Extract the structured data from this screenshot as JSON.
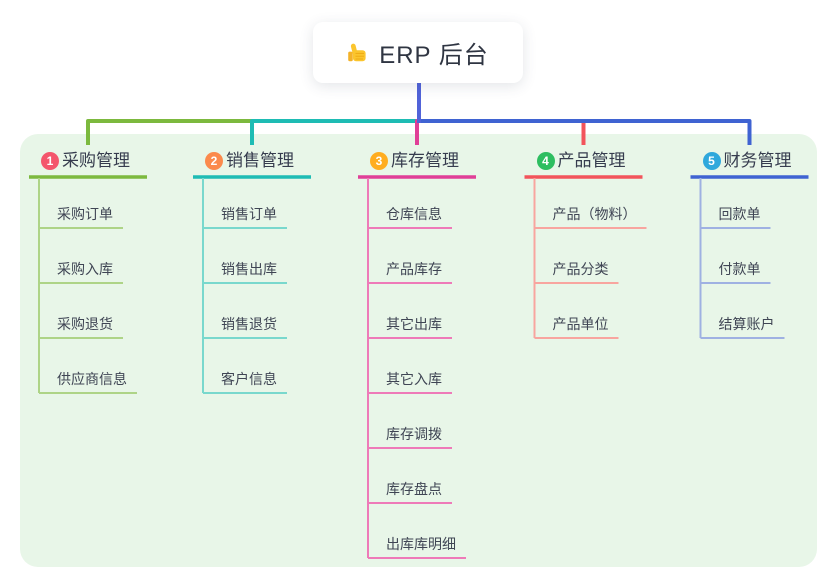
{
  "root": {
    "label": "ERP 后台",
    "icon": "thumbs-up-icon",
    "trunk_color": "#5163d9"
  },
  "theme": {
    "canvas_bg": "#ffffff",
    "panel_bg": "#e8f6e8",
    "root_text_color": "#2f3542",
    "branch_text_color": "#363c4e",
    "child_text_color": "#3f4554",
    "badge_text_color": "#ffffff"
  },
  "branches": [
    {
      "badge": "1",
      "label": "采购管理",
      "badge_color": "#f4566c",
      "line_color": "#7cb93e",
      "child_line_color": "#aed487",
      "children": [
        "采购订单",
        "采购入库",
        "采购退货",
        "供应商信息"
      ]
    },
    {
      "badge": "2",
      "label": "销售管理",
      "badge_color": "#fb8a4c",
      "line_color": "#1ebcb4",
      "child_line_color": "#79d8cd",
      "children": [
        "销售订单",
        "销售出库",
        "销售退货",
        "客户信息"
      ]
    },
    {
      "badge": "3",
      "label": "库存管理",
      "badge_color": "#ffad1f",
      "line_color": "#e03f97",
      "child_line_color": "#ee7ab8",
      "children": [
        "仓库信息",
        "产品库存",
        "其它出库",
        "其它入库",
        "库存调拨",
        "库存盘点",
        "出库库明细"
      ]
    },
    {
      "badge": "4",
      "label": "产品管理",
      "badge_color": "#2dbe60",
      "line_color": "#f2545b",
      "child_line_color": "#f8a59f",
      "children": [
        "产品（物料）",
        "产品分类",
        "产品单位"
      ]
    },
    {
      "badge": "5",
      "label": "财务管理",
      "badge_color": "#2fa8dc",
      "line_color": "#3f63d2",
      "child_line_color": "#9fb1e2",
      "children": [
        "回款单",
        "付款单",
        "结算账户"
      ]
    }
  ]
}
